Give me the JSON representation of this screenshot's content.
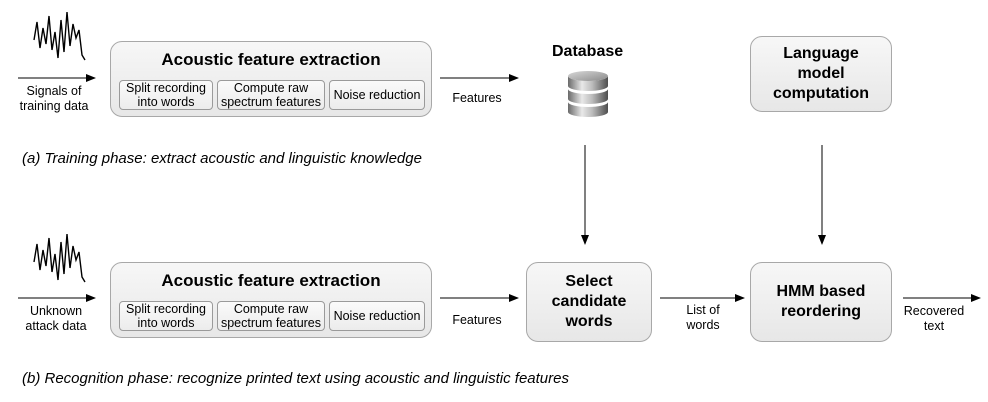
{
  "training": {
    "input_label": "Signals of\ntraining data",
    "extraction_title": "Acoustic feature extraction",
    "steps": [
      "Split recording\ninto words",
      "Compute raw\nspectrum features",
      "Noise reduction"
    ],
    "features_label": "Features",
    "database_label": "Database",
    "language_model": "Language\nmodel\ncomputation",
    "caption": "(a) Training phase: extract acoustic and linguistic knowledge"
  },
  "recognition": {
    "input_label": "Unknown\nattack data",
    "extraction_title": "Acoustic feature extraction",
    "steps": [
      "Split recording\ninto words",
      "Compute raw\nspectrum features",
      "Noise reduction"
    ],
    "features_label": "Features",
    "select_box": "Select\ncandidate\nwords",
    "list_label": "List of\nwords",
    "hmm_box": "HMM based\nreordering",
    "output_label": "Recovered\ntext",
    "caption": "(b) Recognition phase: recognize printed text using acoustic and linguistic features"
  }
}
